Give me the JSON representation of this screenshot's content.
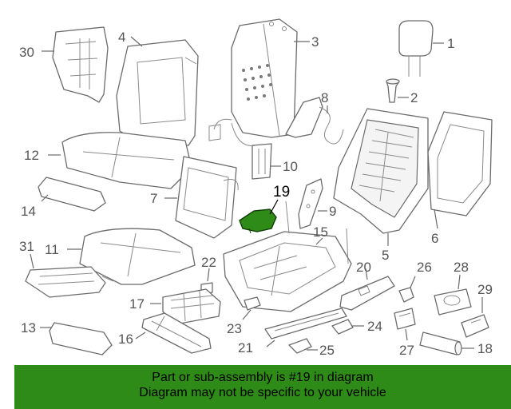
{
  "diagram": {
    "callouts": {
      "c1": "1",
      "c2": "2",
      "c3": "3",
      "c4": "4",
      "c5": "5",
      "c6": "6",
      "c7": "7",
      "c8": "8",
      "c9": "9",
      "c10": "10",
      "c11": "11",
      "c12": "12",
      "c13": "13",
      "c14": "14",
      "c15": "15",
      "c16": "16",
      "c17": "17",
      "c18": "18",
      "c19": "19",
      "c20": "20",
      "c21": "21",
      "c22": "22",
      "c23": "23",
      "c24": "24",
      "c25": "25",
      "c26": "26",
      "c27": "27",
      "c28": "28",
      "c29": "29",
      "c30": "30",
      "c31": "31"
    },
    "highlight_color": "#2e8b17",
    "highlighted_part": "19"
  },
  "banner": {
    "line1": "Part or sub-assembly is #19 in diagram",
    "line2": "Diagram may not be specific to your vehicle",
    "background": "#2e8b17"
  }
}
